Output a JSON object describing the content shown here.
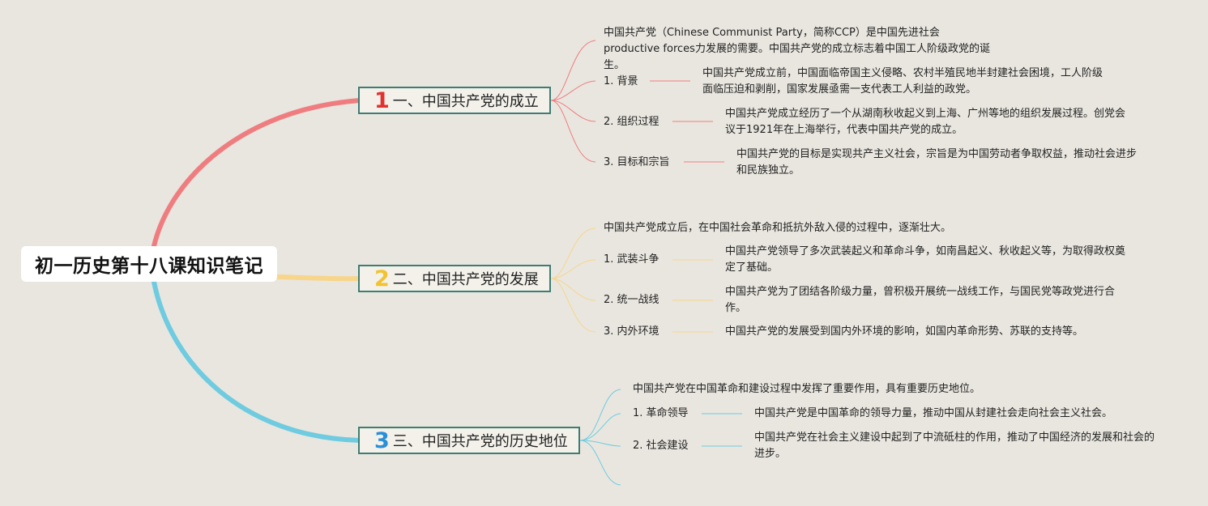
{
  "root": {
    "title": "初一历史第十八课知识笔记"
  },
  "colors": {
    "branch1": "#ef7d80",
    "branch2": "#f7d58b",
    "branch3": "#6ecbe0",
    "box_border": "#3d7d74",
    "num1": "#e0322f",
    "num2": "#f2c230",
    "num3": "#2a8fd8"
  },
  "branches": [
    {
      "num": "1",
      "title": "一、中国共产党的成立",
      "intro": "中国共产党（Chinese Communist Party，简称CCP）是中国先进社会 productive forces力发展的需要。中国共产党的成立标志着中国工人阶级政党的诞生。",
      "items": [
        {
          "label": "1. 背景",
          "desc": "中国共产党成立前，中国面临帝国主义侵略、农村半殖民地半封建社会困境，工人阶级面临压迫和剥削，国家发展亟需一支代表工人利益的政党。"
        },
        {
          "label": "2. 组织过程",
          "desc": "中国共产党成立经历了一个从湖南秋收起义到上海、广州等地的组织发展过程。创党会议于1921年在上海举行，代表中国共产党的成立。"
        },
        {
          "label": "3. 目标和宗旨",
          "desc": "中国共产党的目标是实现共产主义社会，宗旨是为中国劳动者争取权益，推动社会进步和民族独立。"
        }
      ]
    },
    {
      "num": "2",
      "title": "二、中国共产党的发展",
      "intro": "中国共产党成立后，在中国社会革命和抵抗外敌入侵的过程中，逐渐壮大。",
      "items": [
        {
          "label": "1. 武装斗争",
          "desc": "中国共产党领导了多次武装起义和革命斗争，如南昌起义、秋收起义等，为取得政权奠定了基础。"
        },
        {
          "label": "2. 统一战线",
          "desc": "中国共产党为了团结各阶级力量，曾积极开展统一战线工作，与国民党等政党进行合作。"
        },
        {
          "label": "3. 内外环境",
          "desc": "中国共产党的发展受到国内外环境的影响，如国内革命形势、苏联的支持等。"
        }
      ]
    },
    {
      "num": "3",
      "title": "三、中国共产党的历史地位",
      "intro": "中国共产党在中国革命和建设过程中发挥了重要作用，具有重要历史地位。",
      "items": [
        {
          "label": "1. 革命领导",
          "desc": "中国共产党是中国革命的领导力量，推动中国从封建社会走向社会主义社会。"
        },
        {
          "label": "2. 社会建设",
          "desc": "中国共产党在社会主义建设中起到了中流砥柱的作用，推动了中国经济的发展和社会的进步。"
        }
      ]
    }
  ]
}
